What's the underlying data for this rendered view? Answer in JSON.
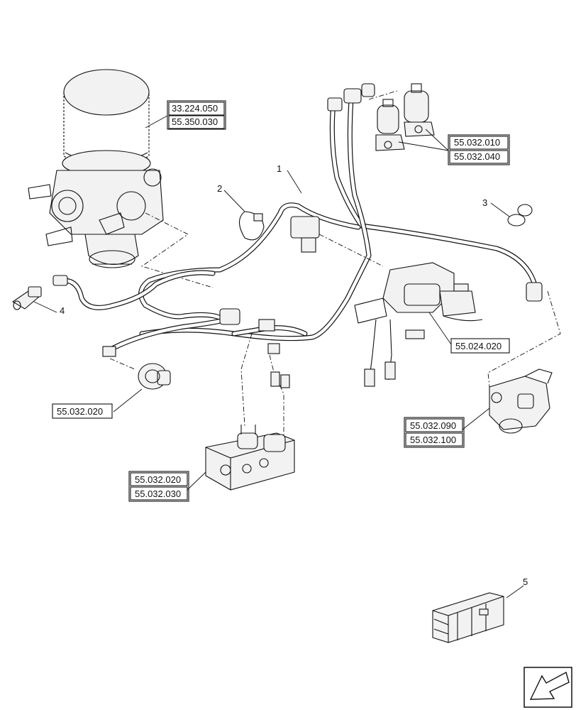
{
  "callouts": {
    "c1": "1",
    "c2": "2",
    "c3": "3",
    "c4": "4",
    "c5": "5"
  },
  "references": {
    "air_dryer": [
      "33.224.050",
      "55.350.030"
    ],
    "solenoid_valves": [
      "55.032.010",
      "55.032.040"
    ],
    "valve_block_center": "55.024.020",
    "pressure_switch": "55.032.020",
    "trailer_valve": [
      "55.032.090",
      "55.032.100"
    ],
    "solenoid_block": [
      "55.032.020",
      "55.032.030"
    ]
  }
}
